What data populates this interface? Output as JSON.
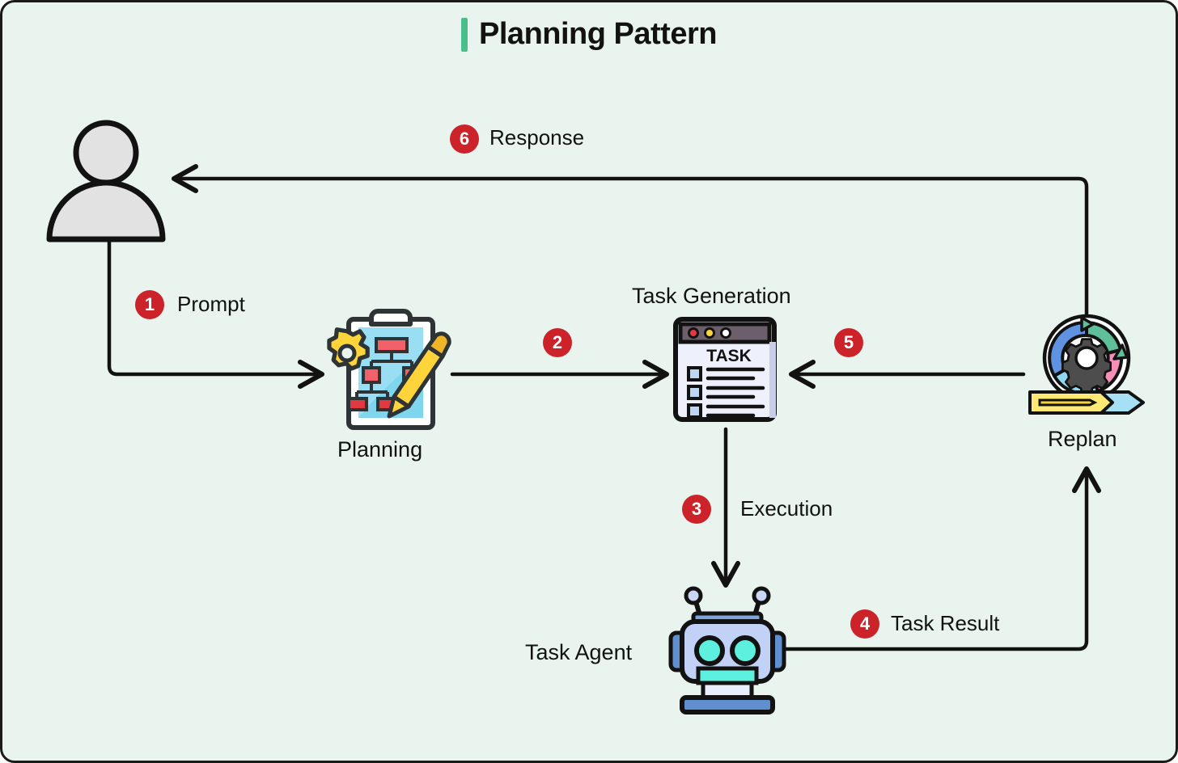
{
  "page": {
    "title": "Planning Pattern",
    "background_color": "#e9f4ee",
    "border_color": "#1b1b1b",
    "title_accent_color": "#4bbf8a",
    "badge_color": "#cc2229",
    "badge_text_color": "#ffffff",
    "line_color": "#121212"
  },
  "nodes": [
    {
      "id": "user",
      "label": "",
      "icon": "person-icon"
    },
    {
      "id": "planning",
      "label": "Planning",
      "icon": "clipboard-planning-icon"
    },
    {
      "id": "task_generation",
      "label": "Task Generation",
      "icon": "task-window-icon",
      "icon_text": "TASK"
    },
    {
      "id": "replan",
      "label": "Replan",
      "icon": "replan-cycle-icon"
    },
    {
      "id": "task_agent",
      "label": "Task Agent",
      "icon": "robot-icon"
    }
  ],
  "edges": [
    {
      "number": "1",
      "label": "Prompt",
      "from": "user",
      "to": "planning"
    },
    {
      "number": "2",
      "label": "",
      "from": "planning",
      "to": "task_generation"
    },
    {
      "number": "3",
      "label": "Execution",
      "from": "task_generation",
      "to": "task_agent"
    },
    {
      "number": "4",
      "label": "Task Result",
      "from": "task_agent",
      "to": "replan"
    },
    {
      "number": "5",
      "label": "",
      "from": "replan",
      "to": "task_generation"
    },
    {
      "number": "6",
      "label": "Response",
      "from": "replan",
      "to": "user"
    }
  ],
  "labels": {
    "planning": "Planning",
    "task_generation": "Task Generation",
    "replan": "Replan",
    "task_agent": "Task Agent",
    "prompt": "Prompt",
    "execution": "Execution",
    "task_result": "Task Result",
    "response": "Response",
    "task_window_title": "TASK"
  },
  "badges": {
    "one": "1",
    "two": "2",
    "three": "3",
    "four": "4",
    "five": "5",
    "six": "6"
  }
}
